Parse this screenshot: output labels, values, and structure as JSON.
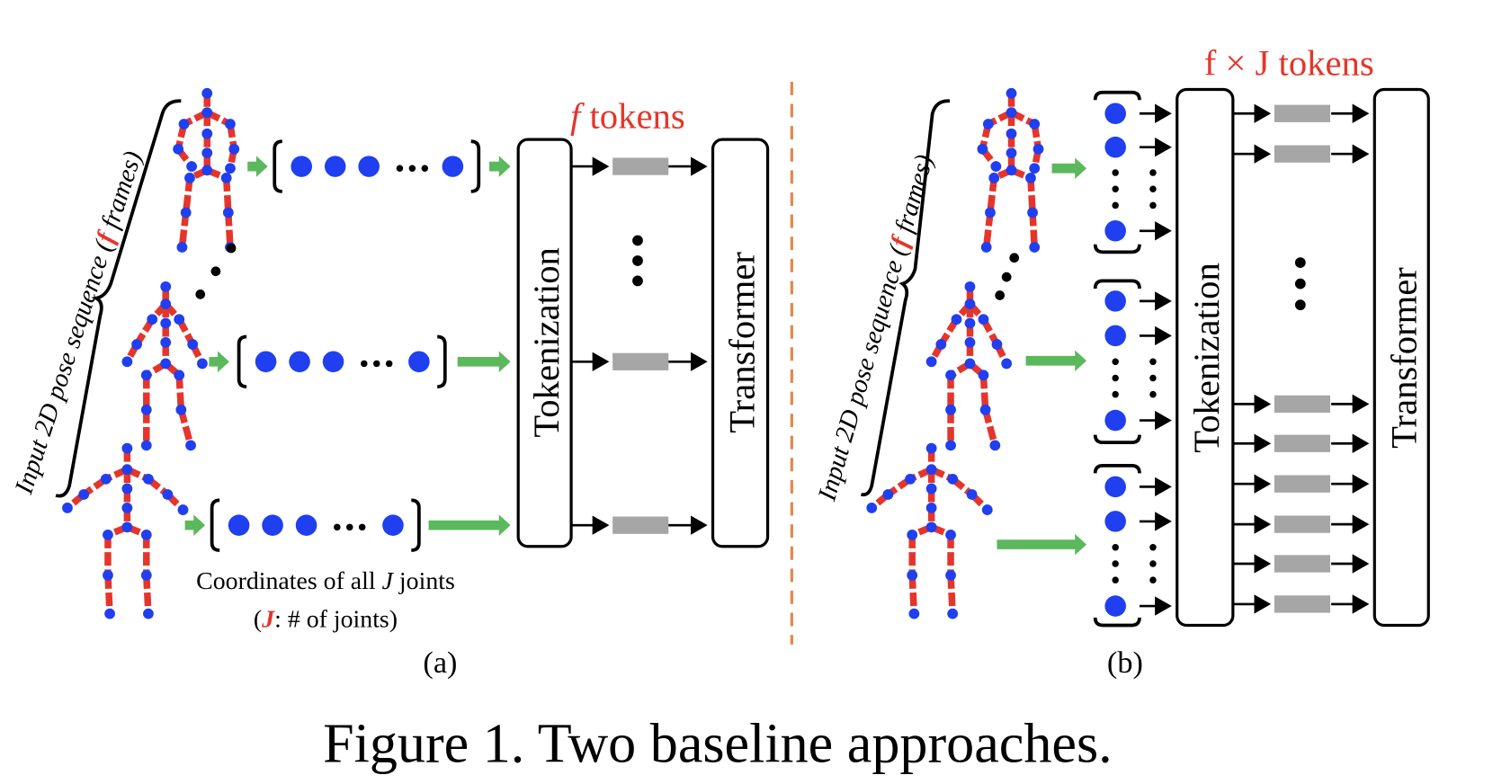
{
  "colors": {
    "joint": "#1f3ff0",
    "limb": "#e5352b",
    "arrow_green": "#5cb85c",
    "token": "#a6a6a6",
    "divider": "#e08a4a",
    "highlight": "#e5352b"
  },
  "panel_a": {
    "brace_label_prefix": "Input 2D pose sequence (",
    "brace_label_var": "f",
    "brace_label_suffix": " frames)",
    "tokens_var": "f",
    "tokens_label": " tokens",
    "tokenization": "Tokenization",
    "transformer": "Transformer",
    "coords_prefix": "Coordinates of all ",
    "coords_var": "J",
    "coords_suffix": " joints",
    "legend_open": "(",
    "legend_var": "J",
    "legend_rest": ": # of joints)",
    "sublabel": "(a)"
  },
  "panel_b": {
    "brace_label_prefix": "Input 2D pose sequence (",
    "brace_label_var": "f",
    "brace_label_suffix": " frames)",
    "tokens_label": "f × J tokens",
    "tokenization": "Tokenization",
    "transformer": "Transformer",
    "sublabel": "(b)"
  },
  "caption": "Figure 1. Two baseline approaches."
}
